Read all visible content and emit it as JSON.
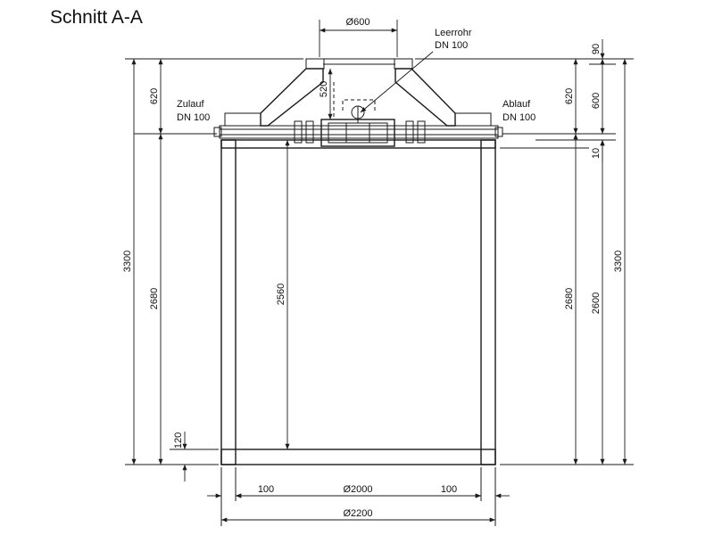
{
  "title": "Schnitt A-A",
  "labels": {
    "manhole_diameter": "Ø600",
    "leerrohr_line1": "Leerrohr",
    "leerrohr_line2": "DN 100",
    "zulauf_line1": "Zulauf",
    "zulauf_line2": "DN 100",
    "ablauf_line1": "Ablauf",
    "ablauf_line2": "DN 100"
  },
  "dimensions": {
    "cone_left": "620",
    "cone_right": "620",
    "cone_inner": "520",
    "top_90": "90",
    "shaft_600": "600",
    "bottom_10": "10",
    "total_left": "3300",
    "body_left": "2680",
    "inner_height": "2560",
    "floor": "120",
    "body_right": "2680",
    "inner_right": "2600",
    "total_right": "3300",
    "wall_left": "100",
    "inner_diameter": "Ø2000",
    "wall_right": "100",
    "outer_diameter": "Ø2200"
  },
  "colors": {
    "line": "#1a1a1a",
    "background": "#ffffff"
  }
}
